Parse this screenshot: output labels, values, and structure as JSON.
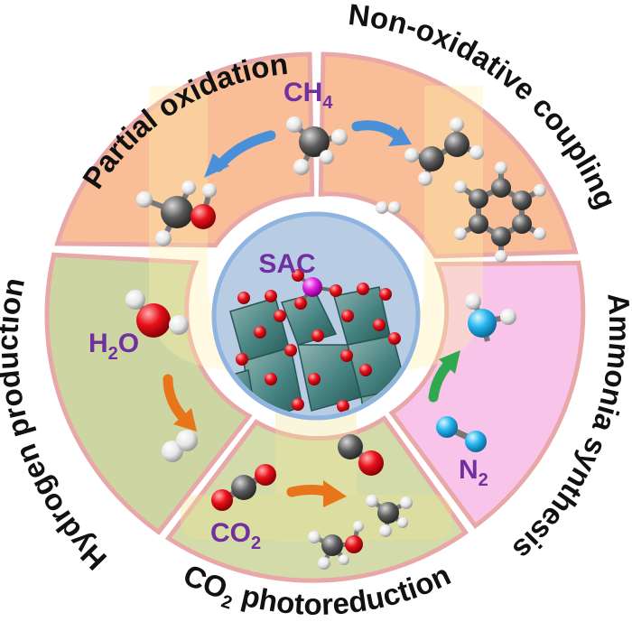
{
  "center": {
    "label": "SAC"
  },
  "sectors": {
    "partial_oxidation": {
      "label": "Partial oxidation",
      "fill": "#f9b98e"
    },
    "non_oxidative_coupling": {
      "label": "Non-oxidative coupling",
      "fill": "#f9b98e"
    },
    "ammonia_synthesis": {
      "label": "Ammonia synthesis",
      "fill": "#f7bfe8"
    },
    "co2_photoreduction": {
      "label_main": "CO",
      "label_sub": "2",
      "label_rest": " photoreduction",
      "fill": "#cfd8a3"
    },
    "hydrogen_production": {
      "label": "Hydrogen production",
      "fill": "#c9d39b"
    }
  },
  "molecules": {
    "ch4": {
      "main": "CH",
      "sub": "4"
    },
    "h2o": {
      "main": "H",
      "sub": "2",
      "rest": "O"
    },
    "co2": {
      "main": "CO",
      "sub": "2"
    },
    "n2": {
      "main": "N",
      "sub": "2"
    }
  },
  "colors": {
    "label_purple": "#7030a0",
    "sector_border": "#e8a8a8",
    "center_fill": "#b8cce4",
    "center_border": "#8fb4e0",
    "arrow_blue": "#4a90d9",
    "arrow_orange": "#e8751a",
    "arrow_green": "#2fa84f",
    "atom_c": "#555555",
    "atom_h": "#f0f0f0",
    "atom_o": "#e8101a",
    "atom_n": "#27b5f0",
    "atom_metal": "#e020e0"
  }
}
